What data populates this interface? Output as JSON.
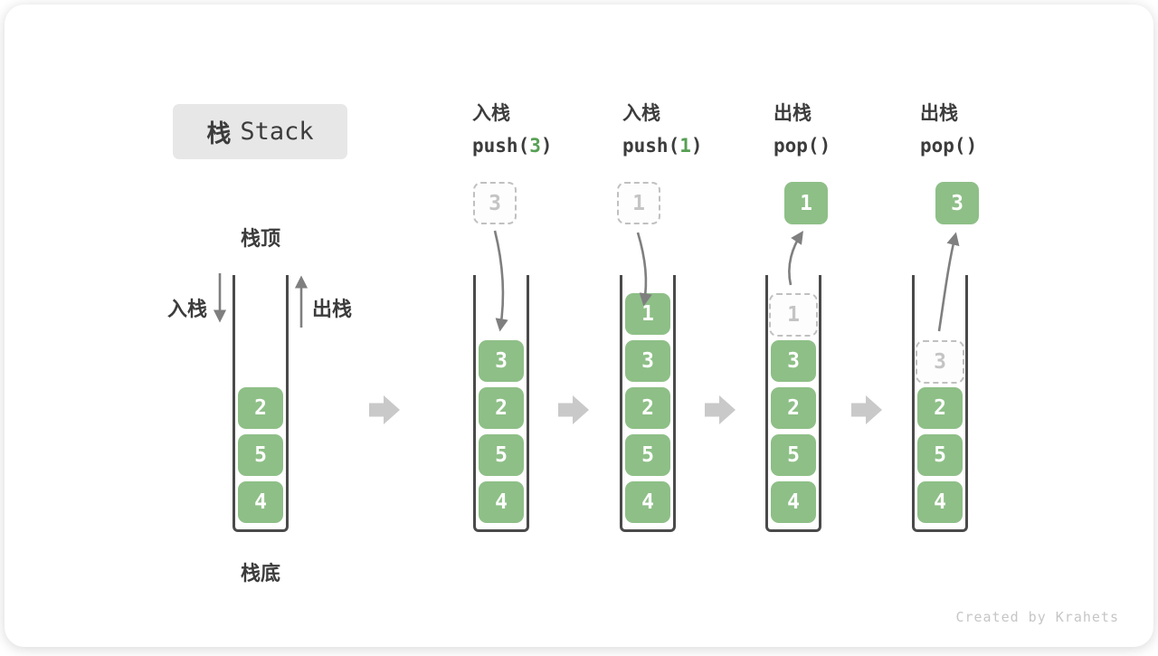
{
  "title": {
    "zh": "栈",
    "latin": "Stack"
  },
  "side_labels": {
    "top": "栈顶",
    "bottom": "栈底",
    "push": "入栈",
    "pop": "出栈"
  },
  "columns": [
    {
      "op": "入栈",
      "fn": "push(",
      "arg": "3",
      "close": ")"
    },
    {
      "op": "入栈",
      "fn": "push(",
      "arg": "1",
      "close": ")"
    },
    {
      "op": "出栈",
      "fn": "pop(",
      "arg": "",
      "close": ")"
    },
    {
      "op": "出栈",
      "fn": "pop(",
      "arg": "",
      "close": ")"
    }
  ],
  "floats": [
    {
      "value": "3",
      "style": "dashed"
    },
    {
      "value": "1",
      "style": "dashed"
    },
    {
      "value": "1",
      "style": "solid"
    },
    {
      "value": "3",
      "style": "solid"
    }
  ],
  "stacks": [
    {
      "cells": [
        {
          "v": "2"
        },
        {
          "v": "5"
        },
        {
          "v": "4"
        }
      ]
    },
    {
      "cells": [
        {
          "v": "3"
        },
        {
          "v": "2"
        },
        {
          "v": "5"
        },
        {
          "v": "4"
        }
      ]
    },
    {
      "cells": [
        {
          "v": "1"
        },
        {
          "v": "3"
        },
        {
          "v": "2"
        },
        {
          "v": "5"
        },
        {
          "v": "4"
        }
      ]
    },
    {
      "cells": [
        {
          "v": "1"
        },
        {
          "v": "3"
        },
        {
          "v": "2"
        },
        {
          "v": "5"
        },
        {
          "v": "4"
        }
      ]
    },
    {
      "cells": [
        {
          "v": "3"
        },
        {
          "v": "2"
        },
        {
          "v": "5"
        },
        {
          "v": "4"
        }
      ]
    }
  ],
  "icons": {
    "step_arrow": "right-block-arrow",
    "push_arrow": "down-arrow",
    "pop_arrow": "up-arrow"
  },
  "watermark": "Created by Krahets",
  "colors": {
    "cell-green": "#8EBF87",
    "code-green": "#56A054",
    "title-bg": "#E7E7E7",
    "text-dark": "#3C3C3C",
    "dash-gray": "#C0C0C0",
    "dash-text": "#C4C4C4",
    "wall-gray": "#4A4A4A",
    "arrow-gray": "#7F7F7F",
    "step-gray": "#C9C9C9",
    "watermark": "#C6C6C6"
  }
}
